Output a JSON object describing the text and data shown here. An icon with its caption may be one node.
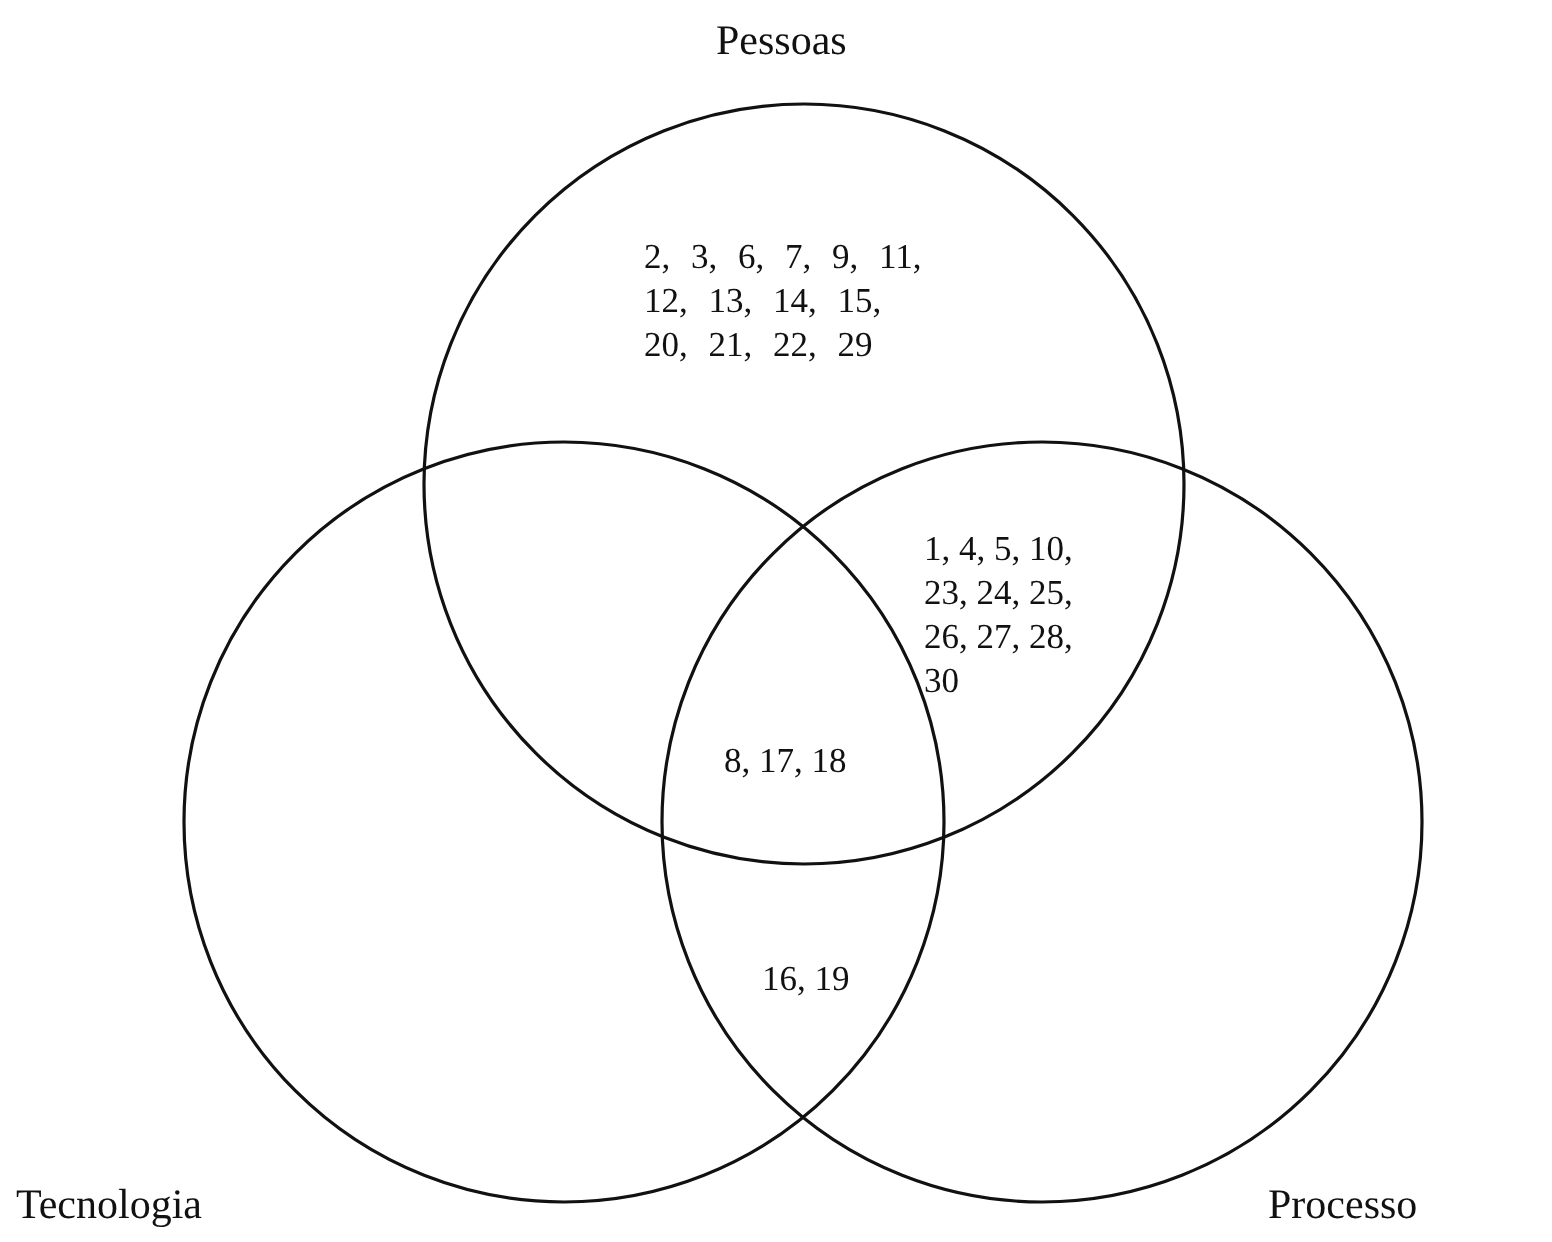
{
  "diagram": {
    "nodes": [
      {
        "text": [
          "Pessoas"
        ]
      },
      {
        "text": [
          "Tecnologia"
        ]
      },
      {
        "text": [
          "Processo"
        ]
      }
    ],
    "labels": [
      "2, 3, 6, 7, 9, 11, 12, 13, 14, 15, 20, 21, 22, 29",
      "1, 4, 5, 10, 23, 24, 25, 26, 27, 28, 30",
      "8, 17, 18",
      "16, 19"
    ]
  }
}
